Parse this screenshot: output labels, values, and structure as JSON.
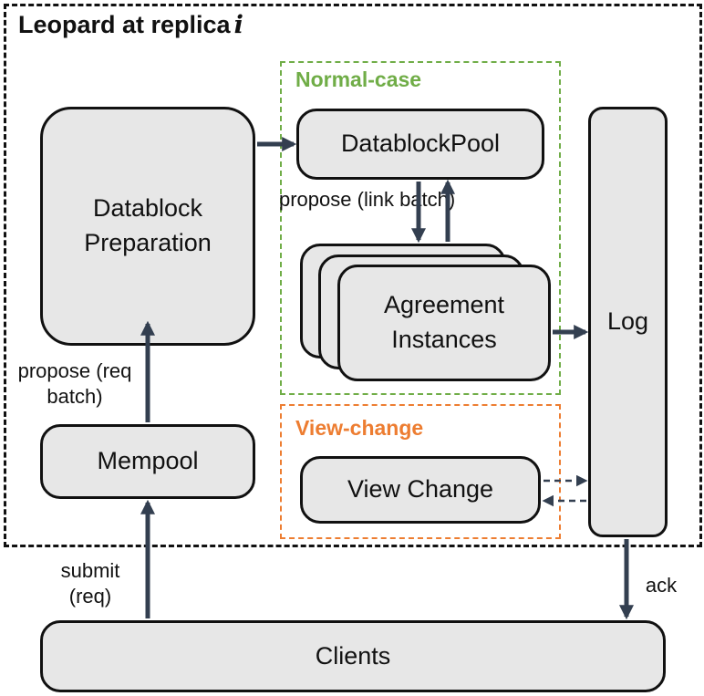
{
  "title": {
    "text": "Leopard at replica",
    "var": "i"
  },
  "regions": {
    "normal_case": {
      "label": "Normal-case",
      "color": "#70ad47"
    },
    "view_change": {
      "label": "View-change",
      "color": "#ed7d31"
    }
  },
  "boxes": {
    "datablock_preparation": "Datablock Preparation",
    "mempool": "Mempool",
    "datablock_pool": "DatablockPool",
    "agreement_instances": "Agreement Instances",
    "view_change": "View Change",
    "log": "Log",
    "clients": "Clients"
  },
  "labels": {
    "propose_link_batch": "propose (link batch)",
    "propose_req_batch": "propose (req batch)",
    "submit_req": "submit (req)",
    "ack": "ack"
  },
  "colors": {
    "arrow": "#333f50",
    "box_fill": "#e7e7e7",
    "border": "#111111"
  }
}
